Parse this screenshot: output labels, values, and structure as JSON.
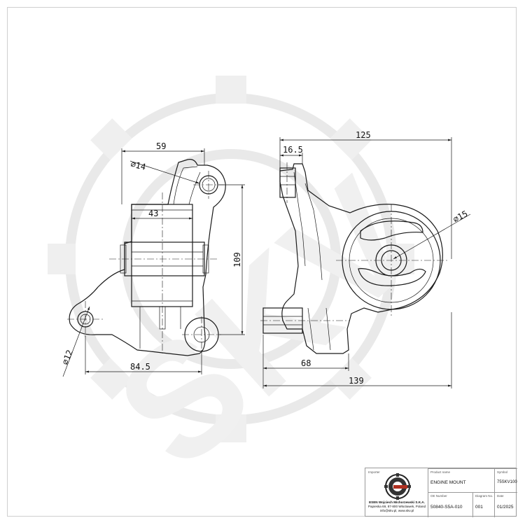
{
  "drawing": {
    "left_view": {
      "dims": {
        "width_top": "59",
        "hole_top": "⌀14",
        "bushing_width": "43",
        "height": "109",
        "hole_left": "⌀12",
        "width_bottom": "84.5"
      }
    },
    "right_view": {
      "dims": {
        "width_top": "125",
        "offset": "16.5",
        "hole": "⌀15",
        "width_mid": "68",
        "width_bottom": "139"
      }
    }
  },
  "title_block": {
    "importer_label": "Importer",
    "company_name": "ESEN Wojciech Michorzewski S.K.A.",
    "company_address": "Papieska 69, 87-800 Włocławek, Poland",
    "company_contact": "info@skv.pl, www.skv.pl",
    "product_name_label": "Product name",
    "product_name": "ENGINE MOUNT",
    "symbol_label": "Symbol",
    "symbol": "75SKV100",
    "oe_number_label": "OE Number",
    "oe_number": "50840-S5A-010",
    "diagram_no_label": "Diagram No.",
    "diagram_no": "001",
    "date_label": "Date",
    "date": "01/2025"
  },
  "icons": {
    "logo": "skv-gear-logo",
    "watermark": "skv-watermark"
  }
}
